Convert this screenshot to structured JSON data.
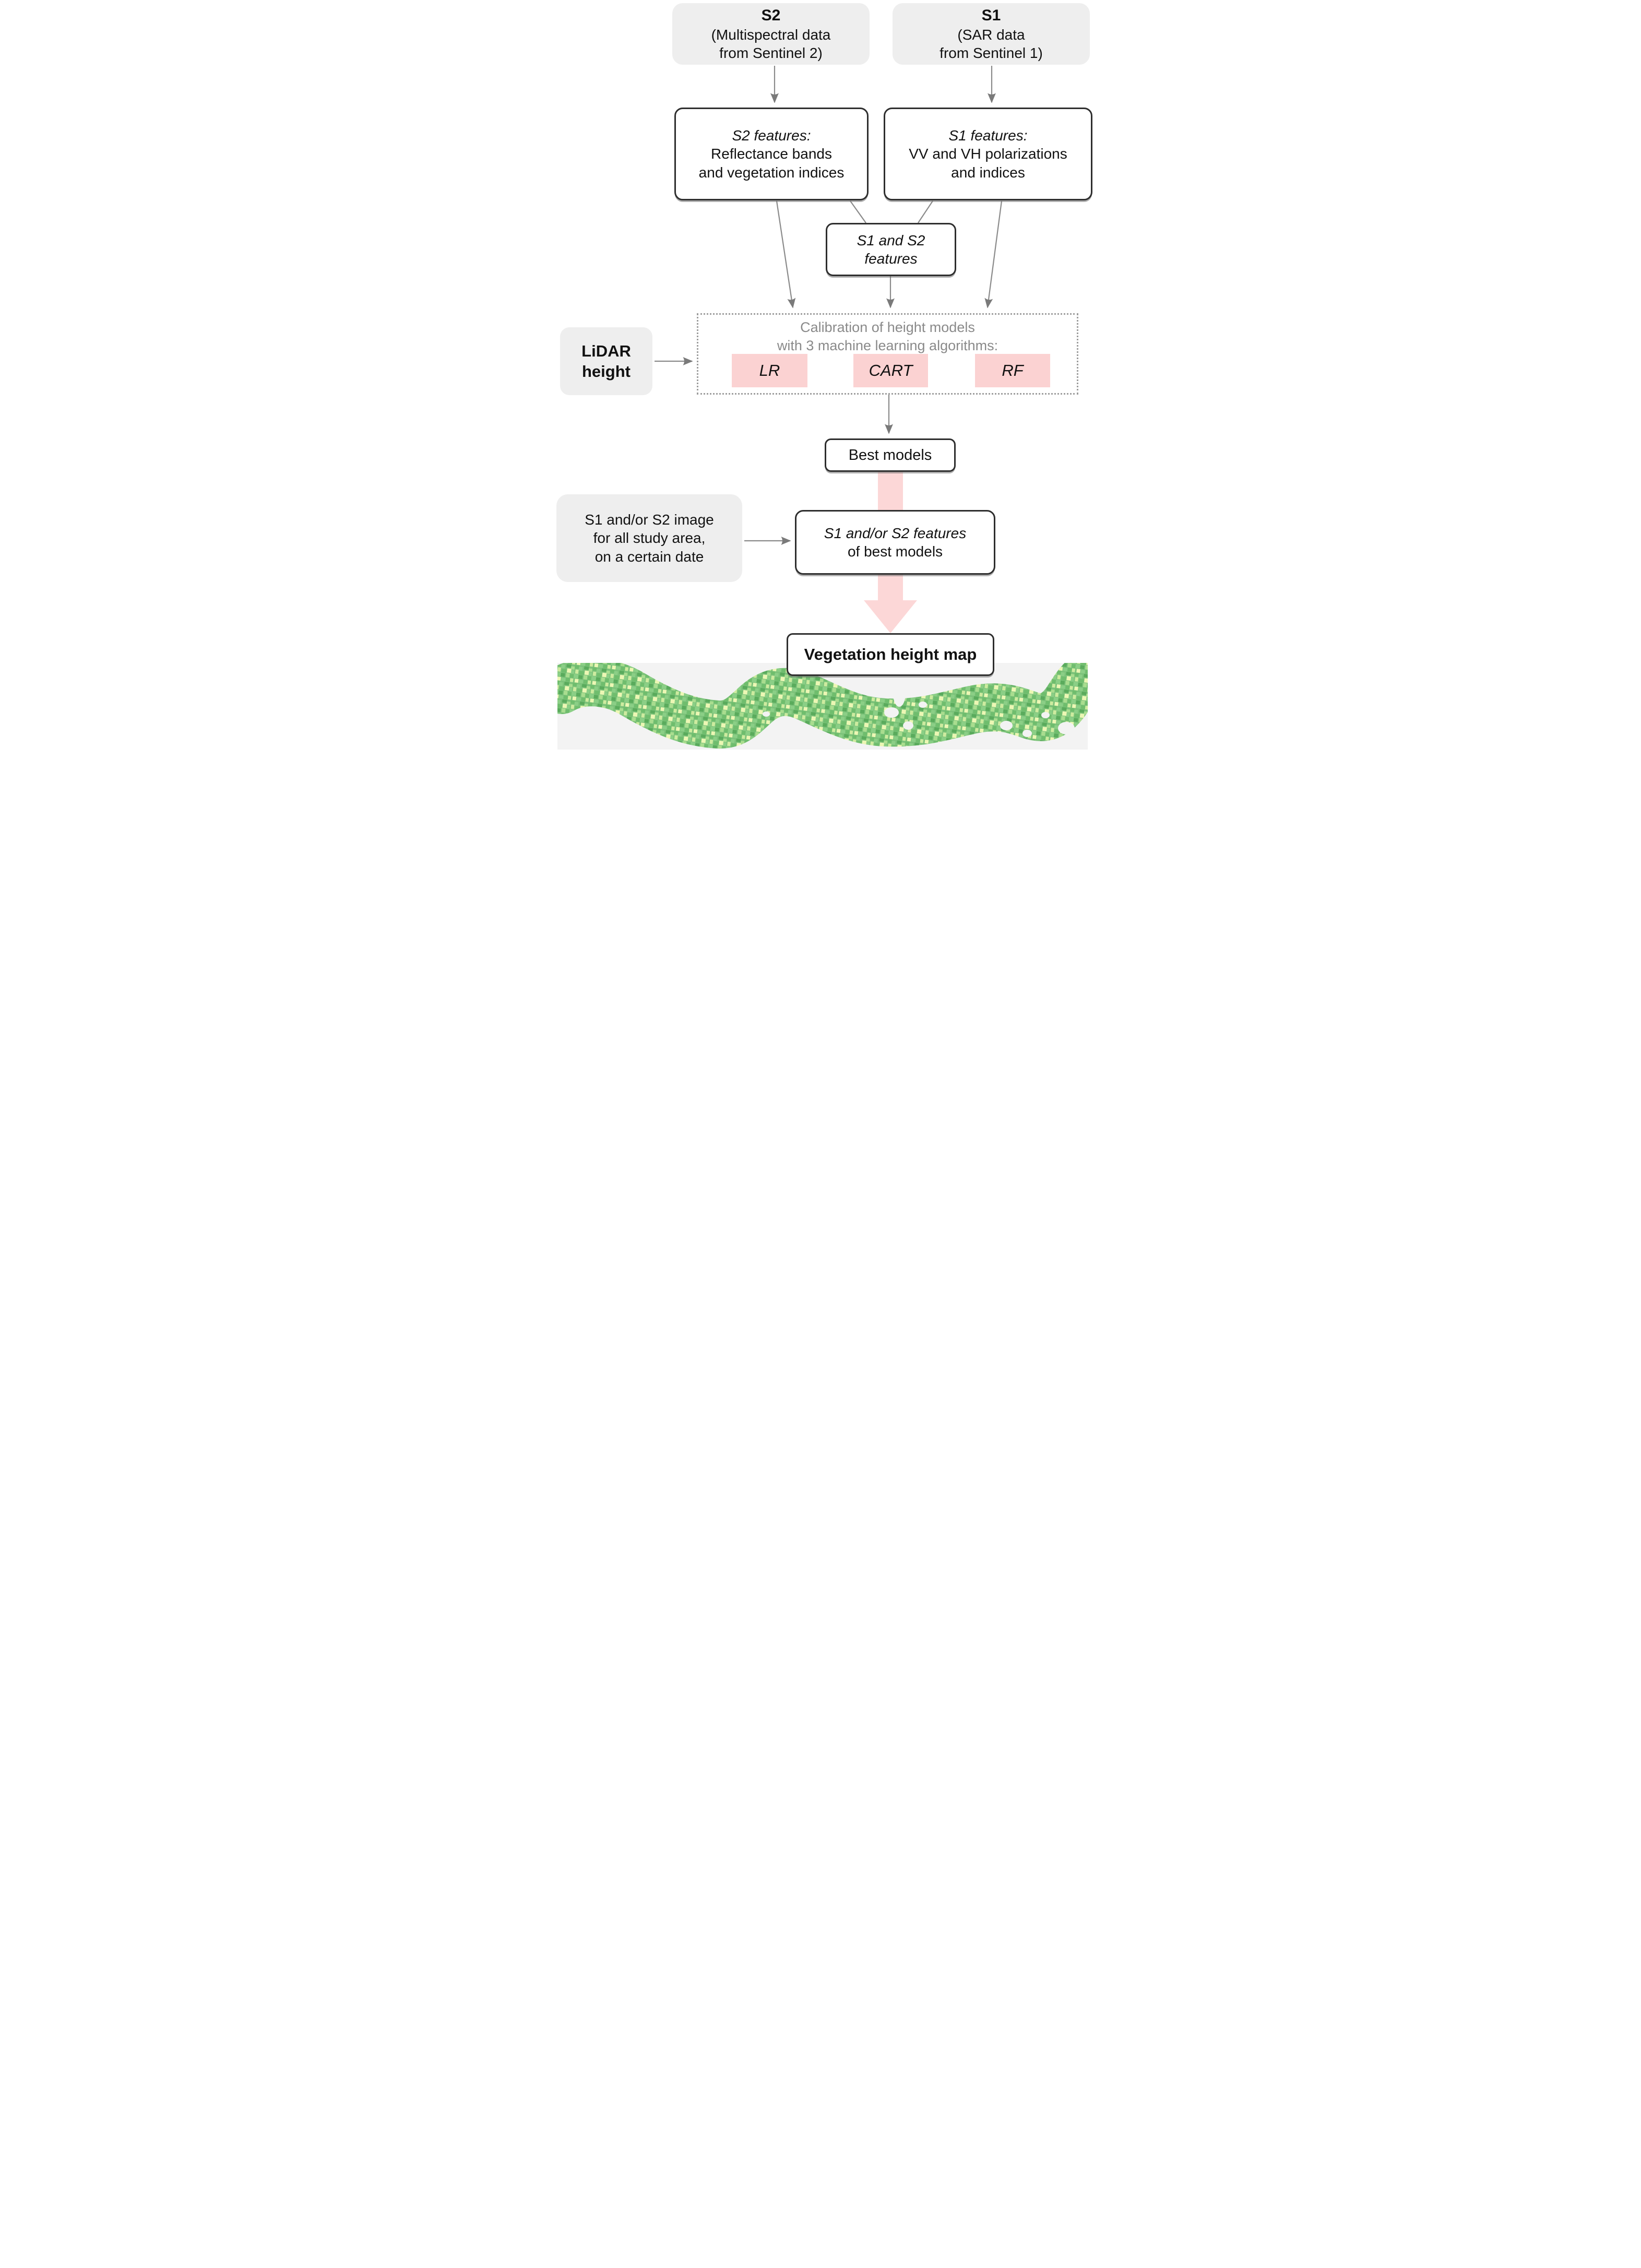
{
  "nodes": {
    "s2_source": {
      "title": "S2",
      "lines": [
        "(Multispectral data",
        "from Sentinel 2)"
      ]
    },
    "s1_source": {
      "title": "S1",
      "lines": [
        "(SAR data",
        "from Sentinel 1)"
      ]
    },
    "s2_features": {
      "title": "S2 features:",
      "lines": [
        "Reflectance bands",
        "and vegetation indices"
      ]
    },
    "s1_features": {
      "title": "S1 features:",
      "lines": [
        "VV and VH polarizations",
        "and indices"
      ]
    },
    "s1s2_features": {
      "lines": [
        "S1 and S2",
        "features"
      ]
    },
    "calibration": {
      "lines": [
        "Calibration of height models",
        "with 3 machine learning algorithms:"
      ],
      "algorithms": [
        "LR",
        "CART",
        "RF"
      ]
    },
    "lidar": {
      "lines": [
        "LiDAR",
        "height"
      ]
    },
    "best_models": {
      "label": "Best models"
    },
    "apply_input": {
      "lines": [
        "S1 and/or S2 image",
        "for all study area,",
        "on a certain date"
      ]
    },
    "apply_features": {
      "title": "S1 and/or S2 features",
      "line": "of best models"
    },
    "output": {
      "label": "Vegetation height map"
    }
  },
  "colors": {
    "source_box_gray": "#eeeeee",
    "algorithm_pink": "#fbd2d2",
    "thick_arrow_pink": "#fcd7d7",
    "connector_gray": "#8a8a8a",
    "calibration_text_gray": "#8a8a8a",
    "map_background_gray": "#f3f3f3",
    "map_greens": [
      "#5aab5c",
      "#6fbd6d",
      "#7cc27a",
      "#8bcf86",
      "#a9dd8f",
      "#cdeb9f",
      "#ecf7b4"
    ]
  }
}
